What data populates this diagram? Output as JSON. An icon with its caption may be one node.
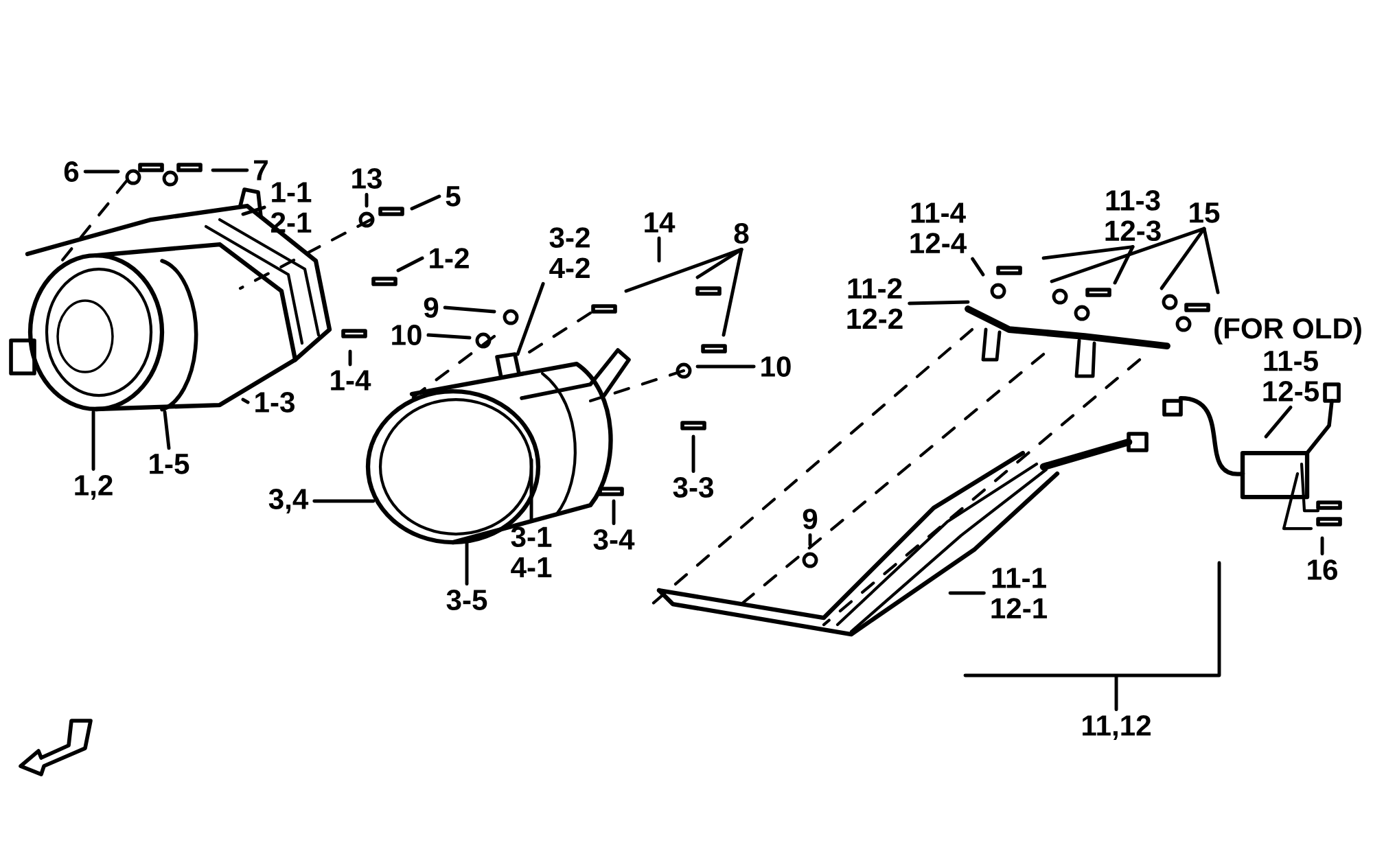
{
  "diagram": {
    "nodes": [
      {
        "text": [
          "6"
        ]
      },
      {
        "text": [
          "7"
        ]
      },
      {
        "text": [
          "1-1",
          "2-1"
        ]
      },
      {
        "text": [
          "13"
        ]
      },
      {
        "text": [
          "5"
        ]
      },
      {
        "text": [
          "1-2"
        ]
      },
      {
        "text": [
          "9"
        ]
      },
      {
        "text": [
          "10"
        ]
      },
      {
        "text": [
          "1-4"
        ]
      },
      {
        "text": [
          "1-3"
        ]
      },
      {
        "text": [
          "1-5"
        ]
      },
      {
        "text": [
          "1,2"
        ]
      },
      {
        "text": [
          "3-2",
          "4-2"
        ]
      },
      {
        "text": [
          "14"
        ]
      },
      {
        "text": [
          "8"
        ]
      },
      {
        "text": [
          "10"
        ]
      },
      {
        "text": [
          "3-3"
        ]
      },
      {
        "text": [
          "3-4"
        ]
      },
      {
        "text": [
          "3-1",
          "4-1"
        ]
      },
      {
        "text": [
          "3,4"
        ]
      },
      {
        "text": [
          "3-5"
        ]
      },
      {
        "text": [
          "11-4",
          "12-4"
        ]
      },
      {
        "text": [
          "11-2",
          "12-2"
        ]
      },
      {
        "text": [
          "11-3",
          "12-3"
        ]
      },
      {
        "text": [
          "15"
        ]
      },
      {
        "text": [
          "11-5",
          "12-5"
        ]
      },
      {
        "text": [
          "16"
        ]
      },
      {
        "text": [
          "9"
        ]
      },
      {
        "text": [
          "11-1",
          "12-1"
        ]
      },
      {
        "text": [
          "11,12"
        ]
      }
    ],
    "edges": [
      {
        "from": 0,
        "to": null,
        "arrow": "none"
      },
      {
        "from": 1,
        "to": null,
        "arrow": "none"
      },
      {
        "from": 2,
        "to": null,
        "arrow": "none"
      },
      {
        "from": 3,
        "to": null,
        "arrow": "none"
      },
      {
        "from": 4,
        "to": null,
        "arrow": "none"
      },
      {
        "from": 5,
        "to": null,
        "arrow": "none"
      },
      {
        "from": 6,
        "to": null,
        "arrow": "none"
      },
      {
        "from": 7,
        "to": null,
        "arrow": "none"
      },
      {
        "from": 8,
        "to": null,
        "arrow": "none"
      },
      {
        "from": 9,
        "to": null,
        "arrow": "none"
      },
      {
        "from": 10,
        "to": null,
        "arrow": "none"
      },
      {
        "from": 11,
        "to": null,
        "arrow": "none"
      },
      {
        "from": 12,
        "to": null,
        "arrow": "none"
      },
      {
        "from": 13,
        "to": null,
        "arrow": "none"
      },
      {
        "from": 14,
        "to": null,
        "arrow": "none"
      },
      {
        "from": 14,
        "to": null,
        "arrow": "none"
      },
      {
        "from": 14,
        "to": null,
        "arrow": "none"
      },
      {
        "from": 15,
        "to": null,
        "arrow": "none"
      },
      {
        "from": 16,
        "to": null,
        "arrow": "none"
      },
      {
        "from": 17,
        "to": null,
        "arrow": "none"
      },
      {
        "from": 18,
        "to": null,
        "arrow": "none"
      },
      {
        "from": 19,
        "to": null,
        "arrow": "none"
      },
      {
        "from": 20,
        "to": null,
        "arrow": "none"
      },
      {
        "from": 21,
        "to": null,
        "arrow": "none"
      },
      {
        "from": 22,
        "to": null,
        "arrow": "none"
      },
      {
        "from": 23,
        "to": null,
        "arrow": "none"
      },
      {
        "from": 23,
        "to": null,
        "arrow": "none"
      },
      {
        "from": 24,
        "to": null,
        "arrow": "none"
      },
      {
        "from": 24,
        "to": null,
        "arrow": "none"
      },
      {
        "from": 24,
        "to": null,
        "arrow": "none"
      },
      {
        "from": 25,
        "to": null,
        "arrow": "none"
      },
      {
        "from": 26,
        "to": null,
        "arrow": "none"
      },
      {
        "from": 27,
        "to": null,
        "arrow": "none"
      },
      {
        "from": 28,
        "to": null,
        "arrow": "none"
      },
      {
        "from": 29,
        "to": null,
        "arrow": "none"
      }
    ],
    "labels": [
      "(FOR OLD)"
    ]
  }
}
